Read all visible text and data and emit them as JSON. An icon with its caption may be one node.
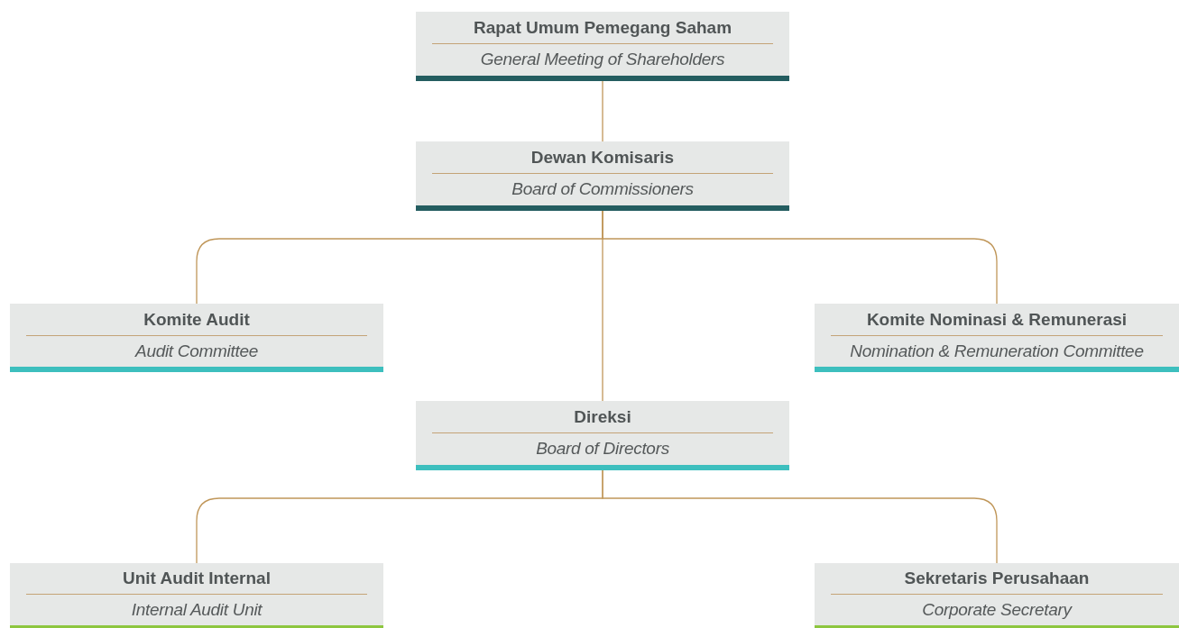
{
  "diagram": {
    "nodes": [
      {
        "text": [
          "Rapat Umum Pemegang Saham",
          "General Meeting of Shareholders"
        ]
      },
      {
        "text": [
          "Dewan Komisaris",
          "Board of Commissioners"
        ]
      },
      {
        "text": [
          "Komite Audit",
          "Audit Committee"
        ]
      },
      {
        "text": [
          "Komite Nominasi & Remunerasi",
          "Nomination & Remuneration Committee"
        ]
      },
      {
        "text": [
          "Direksi",
          "Board of Directors"
        ]
      },
      {
        "text": [
          "Unit Audit Internal",
          "Internal Audit Unit"
        ]
      },
      {
        "text": [
          "Sekretaris Perusahaan",
          "Corporate Secretary"
        ]
      }
    ],
    "edges": [
      {
        "from": 0,
        "to": 1,
        "arrow": "none"
      },
      {
        "from": 1,
        "to": 2,
        "arrow": "none"
      },
      {
        "from": 1,
        "to": 3,
        "arrow": "none"
      },
      {
        "from": 1,
        "to": 4,
        "arrow": "none"
      },
      {
        "from": 4,
        "to": 5,
        "arrow": "none"
      },
      {
        "from": 4,
        "to": 6,
        "arrow": "none"
      }
    ]
  }
}
